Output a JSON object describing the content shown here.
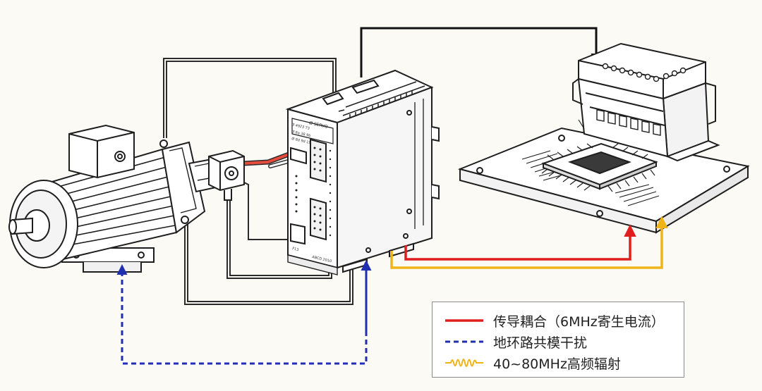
{
  "colors": {
    "conducted": "#e01e1e",
    "ground_loop": "#1f2fb0",
    "radiated": "#f0b419",
    "wire": "#2b2b2b",
    "line_art": "#1e1e1e",
    "background": "#fbfaf5"
  },
  "device_labels": {
    "drive_header": "Ø SERVO",
    "drive_small_1": "Ø 4923 73",
    "drive_small_2": "Ø 6a 38 9b",
    "drive_small_3": "Ø 8d 9d 19",
    "drive_bottom": "ABCD 2010",
    "drive_bottom_left": "F13"
  },
  "icons": [
    "motor-icon",
    "encoder-icon",
    "servo-drive-icon",
    "pcb-board-icon",
    "microchip-icon",
    "terminal-block-icon",
    "sine-wave-icon"
  ],
  "legend": {
    "items": [
      {
        "label": "传导耦合（6MHz寄生电流）",
        "style": "solid",
        "color": "#e01e1e"
      },
      {
        "label": "地环路共模干扰",
        "style": "dashed",
        "color": "#1f2fb0"
      },
      {
        "label": "40~80MHz高频辐射",
        "style": "wave",
        "color": "#f0b419"
      }
    ]
  }
}
